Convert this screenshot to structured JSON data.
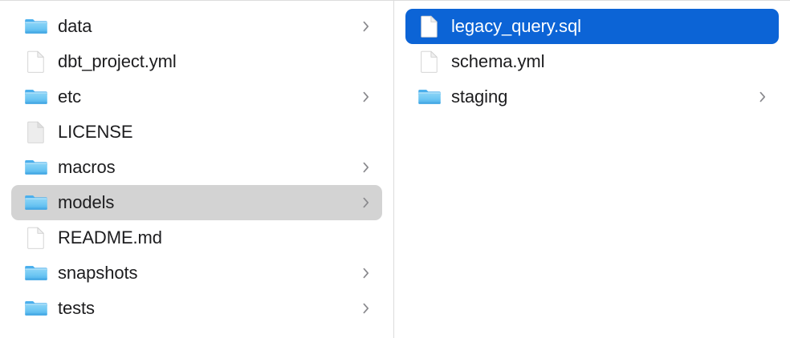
{
  "window": {
    "view_mode": "column",
    "accent_selection_color": "#0c64d6",
    "inactive_selection_color": "#d3d3d3",
    "divider_color": "#dcdcdc",
    "background_color": "#ffffff",
    "text_color": "#1d1d1f",
    "chevron_color": "#8a8a8e"
  },
  "columns": [
    {
      "name": "parent-column",
      "items": [
        {
          "label": "data",
          "kind": "folder",
          "icon": "folder-icon",
          "has_chevron": true,
          "selected": false,
          "selection_state": "none"
        },
        {
          "label": "dbt_project.yml",
          "kind": "file",
          "icon": "document-icon",
          "has_chevron": false,
          "selected": false,
          "selection_state": "none"
        },
        {
          "label": "etc",
          "kind": "folder",
          "icon": "folder-icon",
          "has_chevron": true,
          "selected": false,
          "selection_state": "none"
        },
        {
          "label": "LICENSE",
          "kind": "file",
          "icon": "plain-document-icon",
          "has_chevron": false,
          "selected": false,
          "selection_state": "none"
        },
        {
          "label": "macros",
          "kind": "folder",
          "icon": "folder-icon",
          "has_chevron": true,
          "selected": false,
          "selection_state": "none"
        },
        {
          "label": "models",
          "kind": "folder",
          "icon": "folder-icon",
          "has_chevron": true,
          "selected": true,
          "selection_state": "inactive"
        },
        {
          "label": "README.md",
          "kind": "file",
          "icon": "document-icon",
          "has_chevron": false,
          "selected": false,
          "selection_state": "none"
        },
        {
          "label": "snapshots",
          "kind": "folder",
          "icon": "folder-icon",
          "has_chevron": true,
          "selected": false,
          "selection_state": "none"
        },
        {
          "label": "tests",
          "kind": "folder",
          "icon": "folder-icon",
          "has_chevron": true,
          "selected": false,
          "selection_state": "none"
        }
      ]
    },
    {
      "name": "child-column",
      "items": [
        {
          "label": "legacy_query.sql",
          "kind": "file",
          "icon": "document-icon",
          "has_chevron": false,
          "selected": true,
          "selection_state": "active"
        },
        {
          "label": "schema.yml",
          "kind": "file",
          "icon": "document-icon",
          "has_chevron": false,
          "selected": false,
          "selection_state": "none"
        },
        {
          "label": "staging",
          "kind": "folder",
          "icon": "folder-icon",
          "has_chevron": true,
          "selected": false,
          "selection_state": "none"
        }
      ]
    }
  ]
}
